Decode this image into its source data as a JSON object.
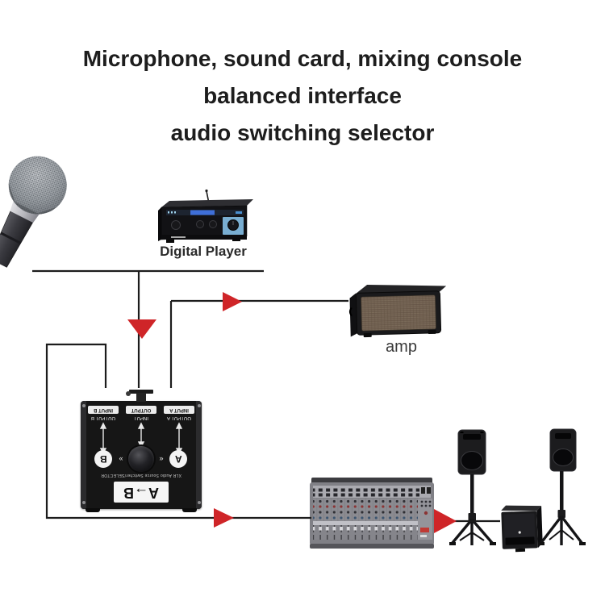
{
  "title": {
    "line1": "Microphone, sound card, mixing console",
    "line2": "balanced interface",
    "line3": "audio switching selector"
  },
  "captions": {
    "digital_player": "Digital Player",
    "amp": "amp"
  },
  "switch_box": {
    "ports": {
      "top_left": "INPUT B",
      "top_center": "OUTPUT",
      "top_right": "INPUT A",
      "sub_left": "OUTPUT B",
      "sub_center": "INPUT",
      "sub_right": "OUTPUT A"
    },
    "selector_left": "B",
    "selector_right": "A",
    "chevron_left": "«",
    "chevron_right": "»",
    "model_text": "XLR Audio Source Switcher/SELECTOR",
    "plate_label": "A→B"
  },
  "colors": {
    "arrow_red": "#cf2528",
    "wire_black": "#1c1c1c"
  }
}
